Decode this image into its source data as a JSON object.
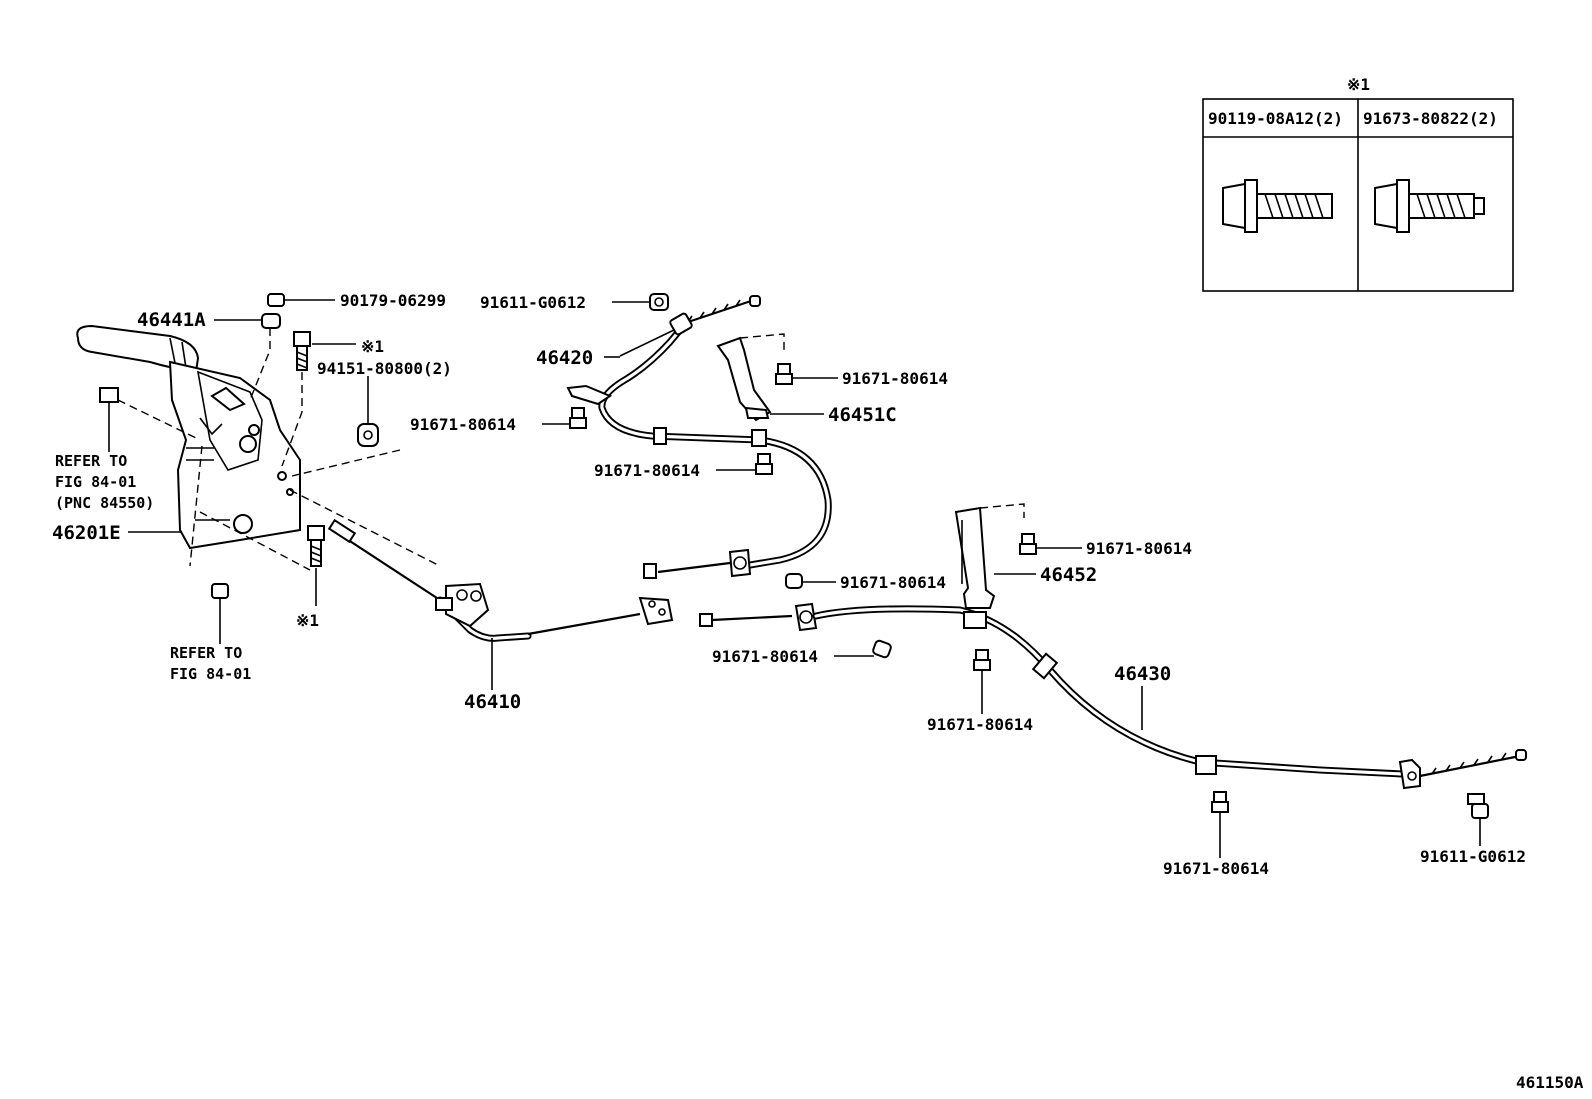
{
  "labels": {
    "l_90179_06299": "90179-06299",
    "l_46441A": "46441A",
    "l_note1_top": "※1",
    "l_94151": "94151-80800(2)",
    "l_refer1_a": "REFER TO",
    "l_refer1_b": "FIG 84-01",
    "l_refer1_c": "(PNC 84550)",
    "l_46201E": "46201E",
    "l_refer2_a": "REFER TO",
    "l_refer2_b": "FIG 84-01",
    "l_note1_bottom": "※1",
    "l_46410": "46410",
    "l_91611_top": "91611-G0612",
    "l_46420": "46420",
    "l_91671_a": "91671-80614",
    "l_91671_b": "91671-80614",
    "l_91671_c": "91671-80614",
    "l_46451C": "46451C",
    "l_91671_d": "91671-80614",
    "l_91671_e": "91671-80614",
    "l_46452": "46452",
    "l_91671_f": "91671-80614",
    "l_91671_g": "91671-80614",
    "l_46430": "46430",
    "l_91671_h": "91671-80614",
    "l_91611_bottom": "91611-G0612",
    "l_drawing_id": "461150A"
  },
  "note_table": {
    "mark": "※1",
    "col1": "90119-08A12(2)",
    "col2": "91673-80822(2)"
  }
}
